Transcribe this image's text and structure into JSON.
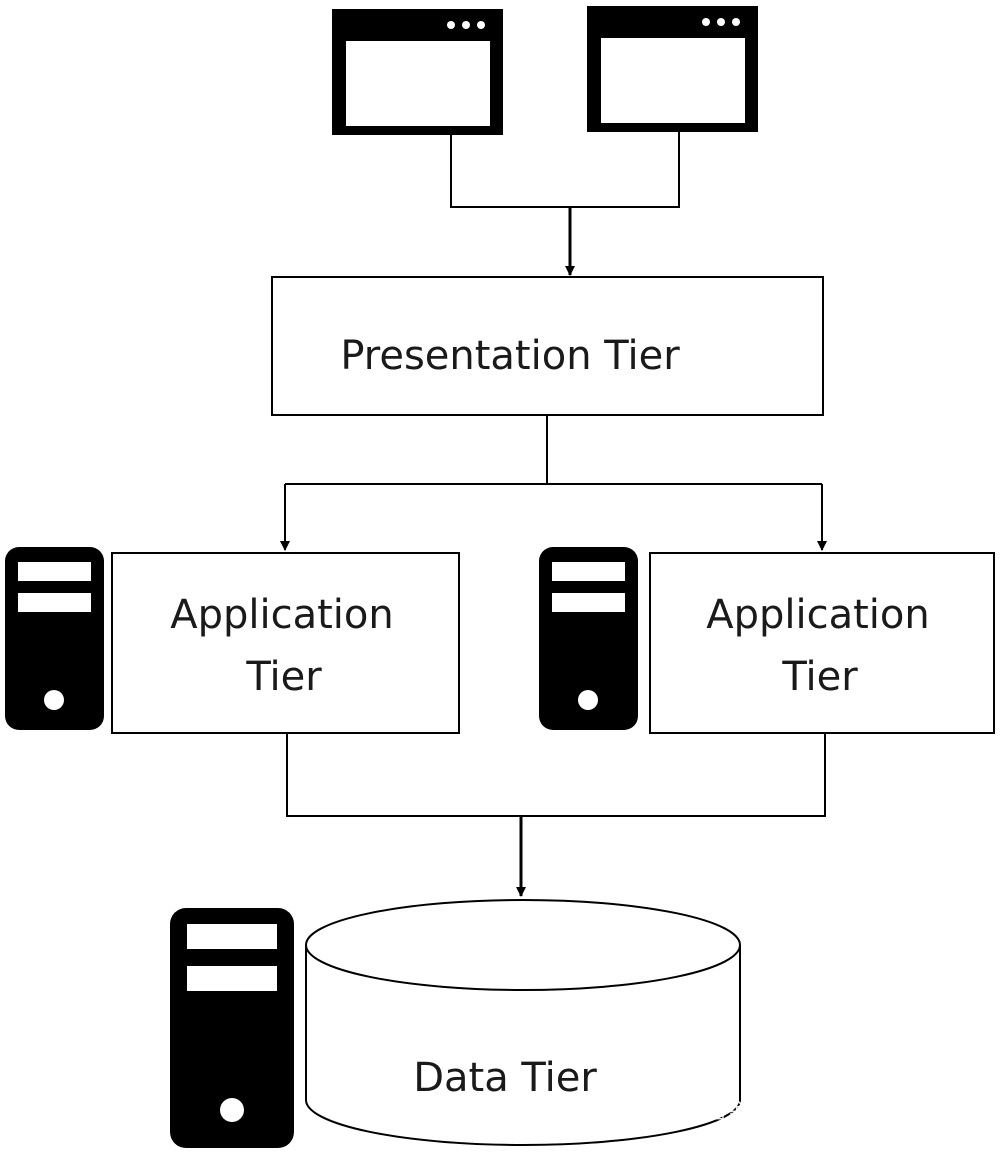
{
  "tiers": {
    "presentation": {
      "label": "Presentation Tier"
    },
    "application_left": {
      "line1": "Application",
      "line2": "Tier"
    },
    "application_right": {
      "line1": "Application",
      "line2": "Tier"
    },
    "data": {
      "label": "Data Tier"
    }
  },
  "icons": {
    "client_left": "browser-window-icon",
    "client_right": "browser-window-icon",
    "server_left": "server-tower-icon",
    "server_right": "server-tower-icon",
    "server_data": "server-tower-icon"
  },
  "watermark": {
    "text": "掘金技术社区 @ 布客飞龙"
  },
  "colors": {
    "stroke": "#000000",
    "icon_fill": "#000000",
    "box_fill": "#ffffff",
    "text": "#1a1a1a"
  }
}
